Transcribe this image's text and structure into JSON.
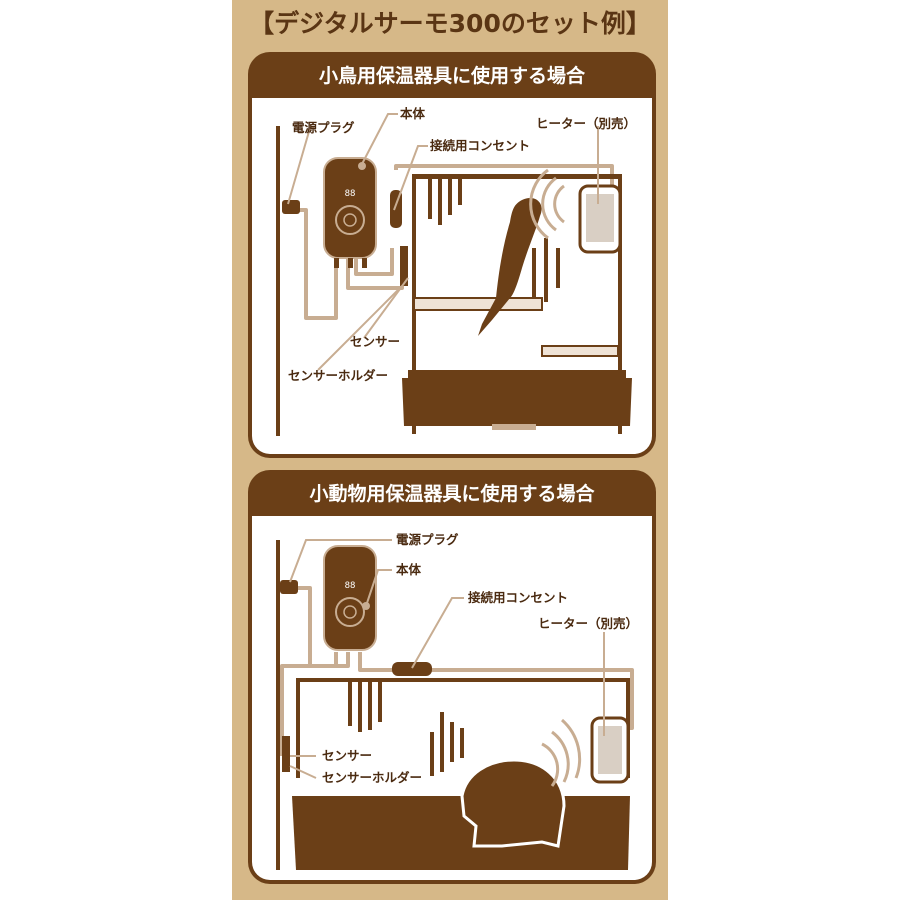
{
  "title": "【デジタルサーモ300のセット例】",
  "colors": {
    "kraft": "#d6b888",
    "brown": "#6b3f17",
    "tan": "#c8ad92",
    "white": "#ffffff"
  },
  "panels": [
    {
      "heading": "小鳥用保温器具に使用する場合",
      "labels": {
        "power_plug": "電源プラグ",
        "body": "本体",
        "outlet": "接続用コンセント",
        "heater": "ヒーター（別売）",
        "sensor": "センサー",
        "sensor_holder": "センサーホルダー"
      },
      "device_display": "88"
    },
    {
      "heading": "小動物用保温器具に使用する場合",
      "labels": {
        "power_plug": "電源プラグ",
        "body": "本体",
        "outlet": "接続用コンセント",
        "heater": "ヒーター（別売）",
        "sensor": "センサー",
        "sensor_holder": "センサーホルダー"
      },
      "device_display": "88"
    }
  ]
}
